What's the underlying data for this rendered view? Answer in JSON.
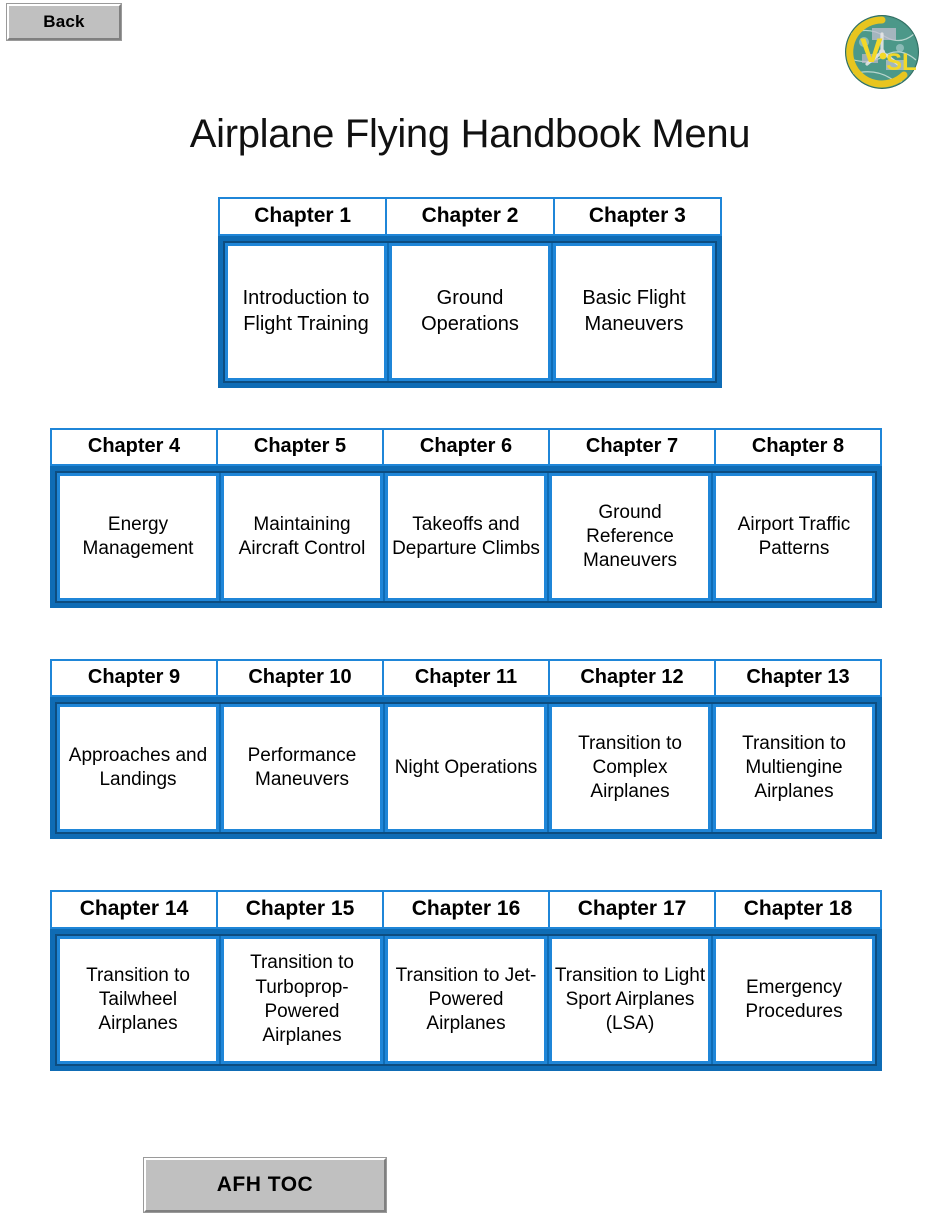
{
  "toolbar": {
    "back_label": "Back"
  },
  "logo": {
    "name": "vsl-logo",
    "letters": "VSL",
    "colors": {
      "disc": "#2f7a6e",
      "ring": "#2d6b5f",
      "letters": "#f2d829",
      "swoosh": "#e8c51f",
      "prop": "#e8e8e8"
    }
  },
  "page": {
    "title": "Airplane Flying Handbook Menu"
  },
  "theme": {
    "border_bright": "#1f86d8",
    "border_frame": "#0f6cb5",
    "border_shadow": "#0d4d80",
    "button_face": "#c0c0c0",
    "text": "#000000"
  },
  "rows": [
    {
      "id": "row-1",
      "columns": 3,
      "headers": [
        "Chapter 1",
        "Chapter 2",
        "Chapter 3"
      ],
      "titles": [
        "Introduction to Flight Training",
        "Ground Operations",
        "Basic Flight Maneuvers"
      ]
    },
    {
      "id": "row-2",
      "columns": 5,
      "headers": [
        "Chapter 4",
        "Chapter 5",
        "Chapter 6",
        "Chapter 7",
        "Chapter 8"
      ],
      "titles": [
        "Energy Management",
        "Maintaining Aircraft Control",
        "Takeoffs and Departure Climbs",
        "Ground Reference Maneuvers",
        "Airport Traffic Patterns"
      ]
    },
    {
      "id": "row-3",
      "columns": 5,
      "headers": [
        "Chapter 9",
        "Chapter 10",
        "Chapter 11",
        "Chapter 12",
        "Chapter 13"
      ],
      "titles": [
        "Approaches and Landings",
        "Performance Maneuvers",
        "Night Operations",
        "Transition to Complex Airplanes",
        "Transition to Multiengine Airplanes"
      ]
    },
    {
      "id": "row-4",
      "columns": 5,
      "headers": [
        "Chapter 14",
        "Chapter 15",
        "Chapter 16",
        "Chapter 17",
        "Chapter 18"
      ],
      "titles": [
        "Transition to Tailwheel Airplanes",
        "Transition to Turboprop-Powered Airplanes",
        "Transition to Jet-Powered Airplanes",
        "Transition to Light Sport Airplanes (LSA)",
        "Emergency Procedures"
      ]
    }
  ],
  "footer": {
    "toc_label": "AFH TOC"
  }
}
